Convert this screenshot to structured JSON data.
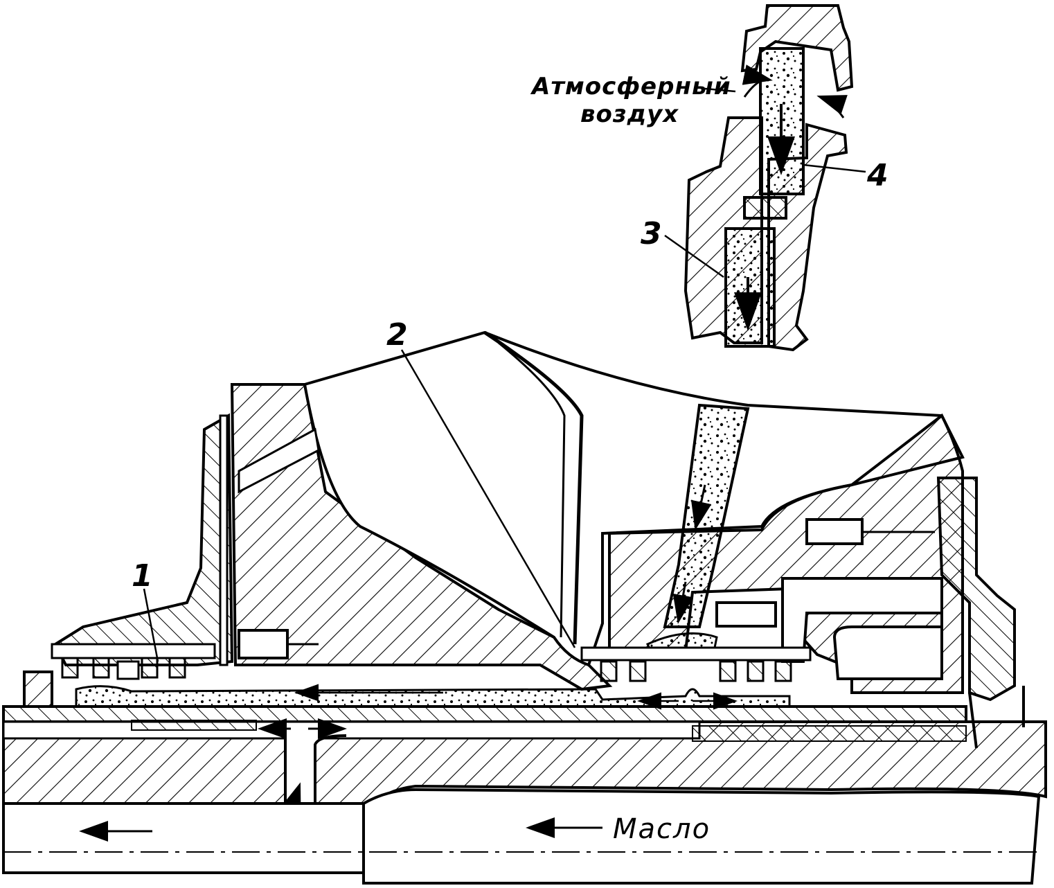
{
  "labels": {
    "air_line1": "Атмосферный",
    "air_line2": "воздух",
    "part_1": "1",
    "part_2": "2",
    "part_3": "3",
    "part_4": "4",
    "oil": "Масло"
  },
  "colors": {
    "ink": "#000000",
    "paper": "#ffffff"
  }
}
